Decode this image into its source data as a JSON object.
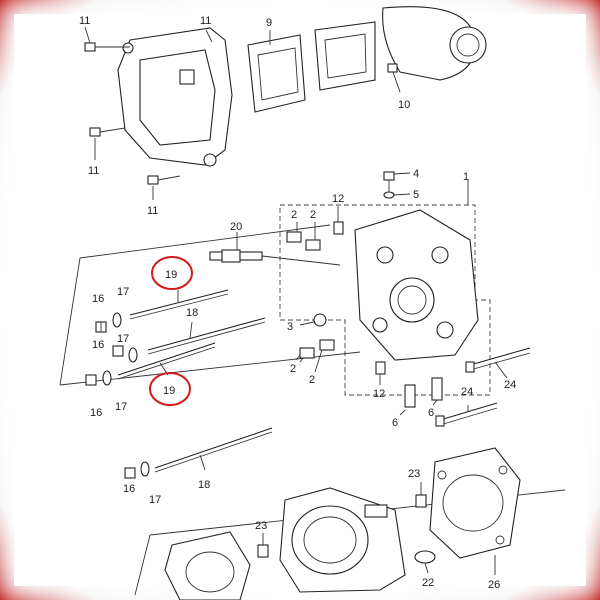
{
  "labels": {
    "p1": "1",
    "p2a": "2",
    "p2b": "2",
    "p2c": "2",
    "p2d": "2",
    "p3": "3",
    "p4": "4",
    "p5": "5",
    "p6a": "6",
    "p6b": "6",
    "p9": "9",
    "p10": "10",
    "p11a": "11",
    "p11b": "11",
    "p11c": "11",
    "p12a": "12",
    "p12b": "12",
    "p16a": "16",
    "p16b": "16",
    "p16c": "16",
    "p16d": "16",
    "p17a": "17",
    "p17b": "17",
    "p17c": "17",
    "p17d": "17",
    "p18a": "18",
    "p18b": "18",
    "p19a": "19",
    "p19b": "19",
    "p20": "20",
    "p22": "22",
    "p23a": "23",
    "p23b": "23",
    "p24a": "24",
    "p24b": "24",
    "p26": "26"
  },
  "highlight_color": "#d21a1a",
  "frame_color": "#b01010"
}
